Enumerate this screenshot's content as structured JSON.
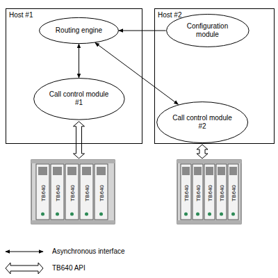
{
  "diagram": {
    "nodes": [
      {
        "text": [
          "Host #1"
        ]
      },
      {
        "text": [
          "Routing engine"
        ],
        "in": 0
      },
      {
        "text": [
          "Call control module #1"
        ],
        "in": 0
      },
      {
        "text": [
          "Host #2"
        ]
      },
      {
        "text": [
          "Configuration module"
        ],
        "in": 3
      },
      {
        "text": [
          "Call control module #2"
        ],
        "in": 3
      },
      {
        "text": [
          "TB640",
          "TB640",
          "TB640",
          "TB640",
          "TB640"
        ]
      },
      {
        "text": [
          "TB640",
          "TB640",
          "TB640",
          "TB640",
          "TB640"
        ]
      }
    ],
    "edges": [
      {
        "from": 1,
        "to": 2,
        "arrow": "both"
      },
      {
        "from": 4,
        "to": 1,
        "arrow": "to"
      },
      {
        "from": 1,
        "to": 5,
        "arrow": "both"
      },
      {
        "from": 2,
        "to": 6,
        "arrow": "both"
      },
      {
        "from": 5,
        "to": 7,
        "arrow": "both"
      }
    ],
    "legend": [
      {
        "text": "Asynchronous interface"
      },
      {
        "text": "TB640 API"
      }
    ]
  }
}
